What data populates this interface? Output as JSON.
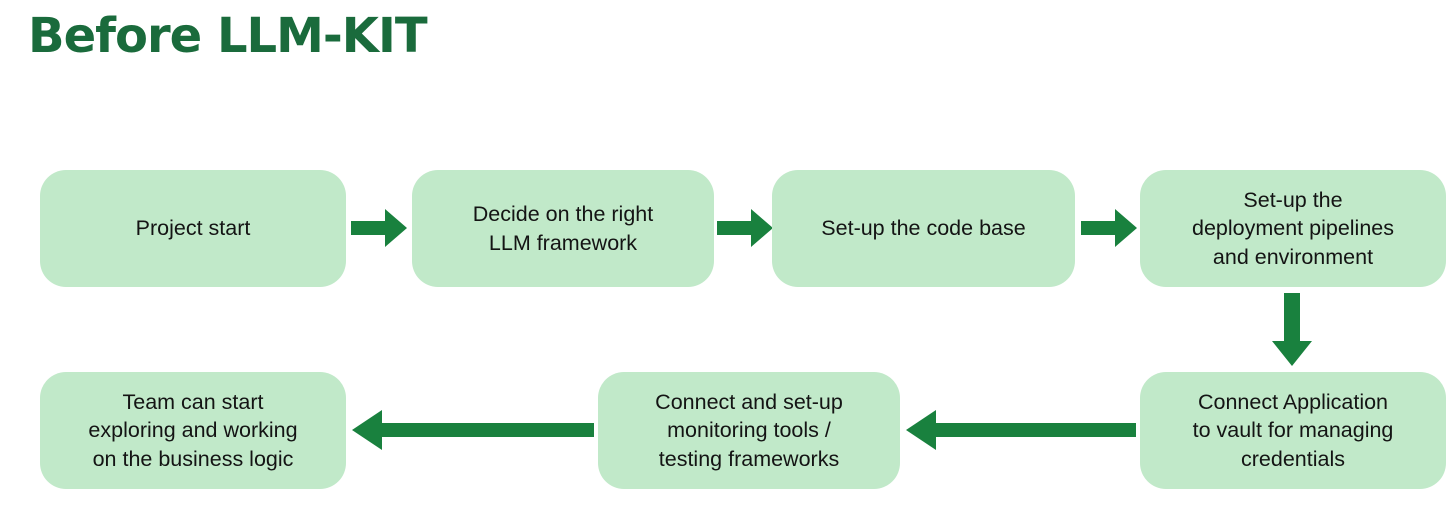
{
  "title": "Before LLM-KIT",
  "colors": {
    "background": "#ffffff",
    "title_green": "#1a6b3c",
    "box_fill": "#c1e9c9",
    "arrow_green": "#19813e",
    "text": "#141414"
  },
  "flow": {
    "nodes": [
      {
        "id": "project-start",
        "label": "Project start"
      },
      {
        "id": "decide-framework",
        "label": "Decide on the right\nLLM framework"
      },
      {
        "id": "setup-code-base",
        "label": "Set-up the code base"
      },
      {
        "id": "setup-deployment",
        "label": "Set-up the\ndeployment pipelines\nand environment"
      },
      {
        "id": "connect-vault",
        "label": "Connect Application\nto vault for managing\ncredentials"
      },
      {
        "id": "connect-monitoring",
        "label": "Connect and set-up\nmonitoring tools /\ntesting frameworks"
      },
      {
        "id": "team-start",
        "label": "Team can start\nexploring and working\non the business logic"
      }
    ],
    "edges": [
      {
        "from": "project-start",
        "to": "decide-framework",
        "direction": "right"
      },
      {
        "from": "decide-framework",
        "to": "setup-code-base",
        "direction": "right"
      },
      {
        "from": "setup-code-base",
        "to": "setup-deployment",
        "direction": "right"
      },
      {
        "from": "setup-deployment",
        "to": "connect-vault",
        "direction": "down"
      },
      {
        "from": "connect-vault",
        "to": "connect-monitoring",
        "direction": "left"
      },
      {
        "from": "connect-monitoring",
        "to": "team-start",
        "direction": "left"
      }
    ]
  }
}
